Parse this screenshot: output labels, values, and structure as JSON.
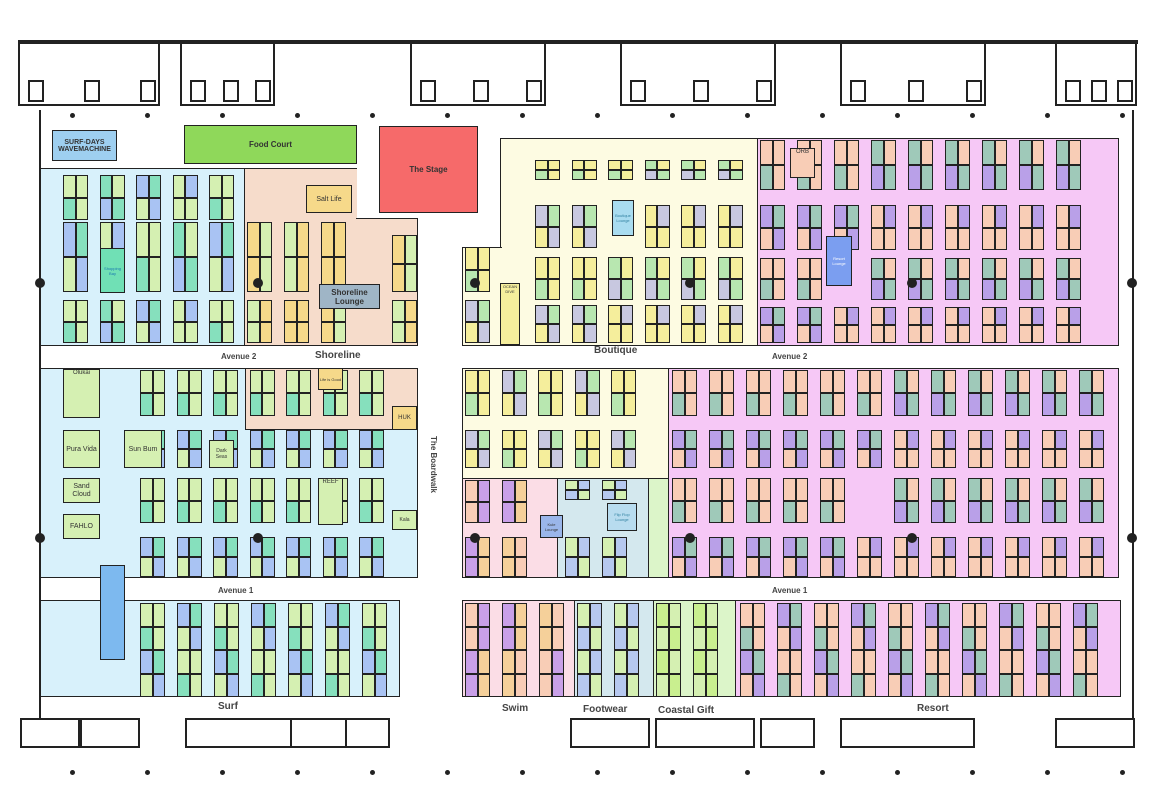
{
  "features": {
    "wavemachine": "SURF-DAYS WAVEMACHINE",
    "food_court": "Food Court",
    "stage": "The Stage",
    "shoreline_lounge": "Shoreline Lounge",
    "boutique_lounge": "Boutique Lounge",
    "resort_lounge": "Resort Lounge",
    "shopping_bay": "Shopping Bay",
    "flip_flop_lounge": "Flip Flop Lounge",
    "kule_lounge": "Kule Lounge"
  },
  "aisles": {
    "avenue2_left": "Avenue 2",
    "avenue2_right": "Avenue 2",
    "avenue1_left": "Avenue 1",
    "avenue1_right": "Avenue 1",
    "boardwalk": "The Boardwalk"
  },
  "sections": {
    "shoreline": "Shoreline",
    "boutique": "Boutique",
    "surf": "Surf",
    "swim": "Swim",
    "footwear": "Footwear",
    "coastal_gift": "Coastal Gift",
    "resort": "Resort"
  },
  "exhibitors": {
    "salt_life": "Salt Life",
    "olukai": "Olukai",
    "pura_vida": "Pura Vida",
    "sun_bum": "Sun Bum",
    "sand_cloud": "Sand Cloud",
    "fahlo": "FAHLO",
    "dark_seas": "Dark Seas",
    "reef": "REEF",
    "huk": "HUK",
    "orb": "ORB",
    "life_is_good": "Life is Good",
    "kala": "Kala",
    "ocean_dive": "OCEAN DIVE"
  },
  "colors": {
    "surf": "#d8f1fb",
    "shoreline": "#f6dccb",
    "boutique": "#fdfbe2",
    "resort": "#f6c8f6",
    "swim": "#fbdde6",
    "footwear": "#d4e8ee",
    "coastal_gift": "#dcf5c9"
  }
}
